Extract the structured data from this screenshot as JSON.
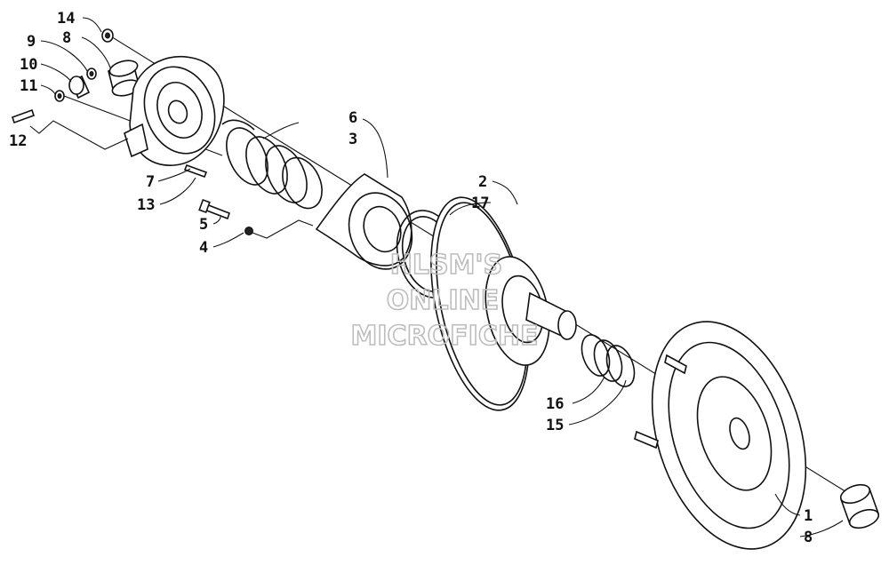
{
  "callouts": [
    {
      "id": "c14a",
      "text": "14"
    },
    {
      "id": "c8a",
      "text": "8"
    },
    {
      "id": "c9",
      "text": "9"
    },
    {
      "id": "c10",
      "text": "10"
    },
    {
      "id": "c11",
      "text": "11"
    },
    {
      "id": "c12",
      "text": "12"
    },
    {
      "id": "c6",
      "text": "6"
    },
    {
      "id": "c3",
      "text": "3"
    },
    {
      "id": "c7",
      "text": "7"
    },
    {
      "id": "c13",
      "text": "13"
    },
    {
      "id": "c5",
      "text": "5"
    },
    {
      "id": "c4",
      "text": "4"
    },
    {
      "id": "c2",
      "text": "2"
    },
    {
      "id": "c17",
      "text": "17"
    },
    {
      "id": "c16",
      "text": "16"
    },
    {
      "id": "c15",
      "text": "15"
    },
    {
      "id": "c1",
      "text": "1"
    },
    {
      "id": "c8b",
      "text": "8"
    }
  ],
  "watermark": {
    "line1": "HLSM'S",
    "line2": "ONLINE",
    "line3": "MICROFICHE"
  }
}
